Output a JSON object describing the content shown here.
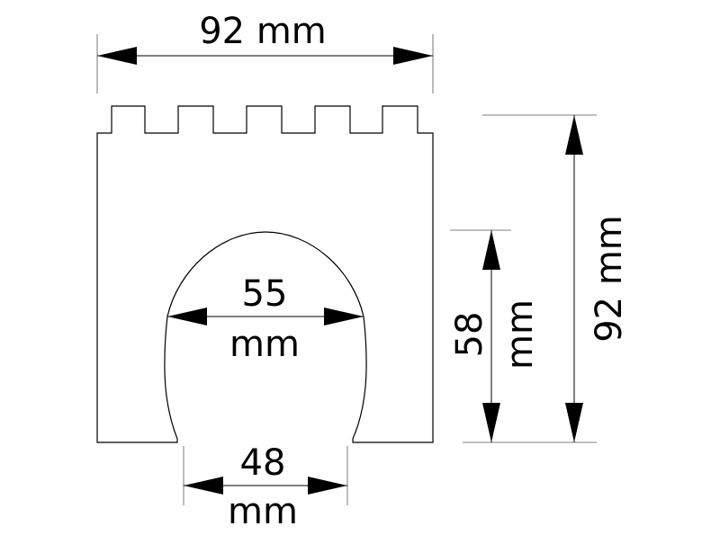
{
  "diagram": {
    "top_width": {
      "value": "92",
      "unit": "mm"
    },
    "right_height": {
      "value": "92",
      "unit": "mm"
    },
    "arch_height": {
      "value": "58",
      "unit": "mm"
    },
    "arch_width": {
      "value": "55",
      "unit": "mm"
    },
    "opening_width": {
      "value": "48",
      "unit": "mm"
    }
  },
  "colors": {
    "line": "#000000",
    "background": "#ffffff"
  }
}
